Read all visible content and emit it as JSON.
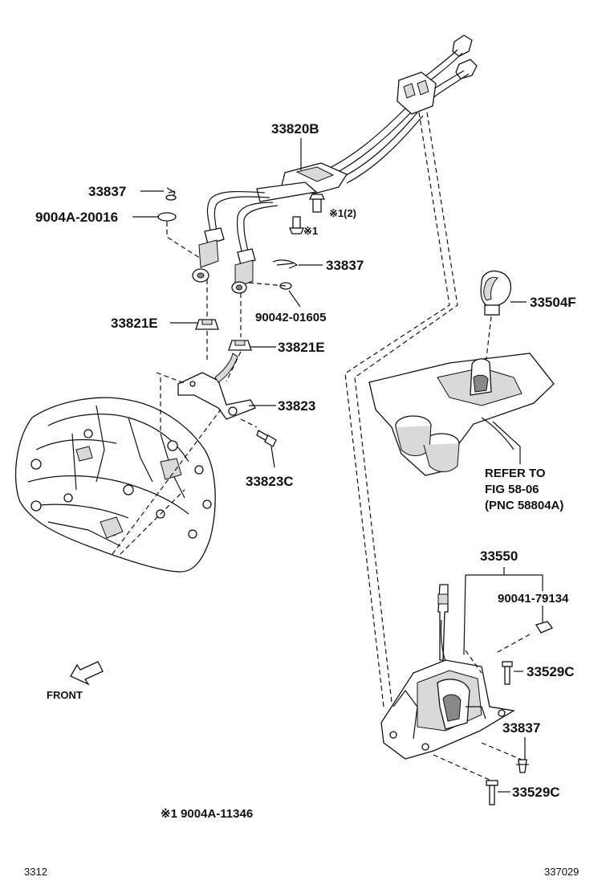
{
  "labels": {
    "p33820B": "33820B",
    "p33837_a": "33837",
    "p9004A_20016": "9004A-20016",
    "note1_2": "※1(2)",
    "note1": "※1",
    "p33837_b": "33837",
    "p90042_01605": "90042-01605",
    "p33821E_a": "33821E",
    "p33821E_b": "33821E",
    "p33823": "33823",
    "p33823C": "33823C",
    "p33504F": "33504F",
    "refer_line1": "REFER TO",
    "refer_line2": "FIG 58-06",
    "refer_line3": "(PNC 58804A)",
    "p33550": "33550",
    "p90041_79134": "90041-79134",
    "p33529C_a": "33529C",
    "p33837_c": "33837",
    "p33529C_b": "33529C",
    "front": "FRONT",
    "footnote": "※1 9004A-11346",
    "page_left": "3312",
    "page_right": "337029"
  }
}
